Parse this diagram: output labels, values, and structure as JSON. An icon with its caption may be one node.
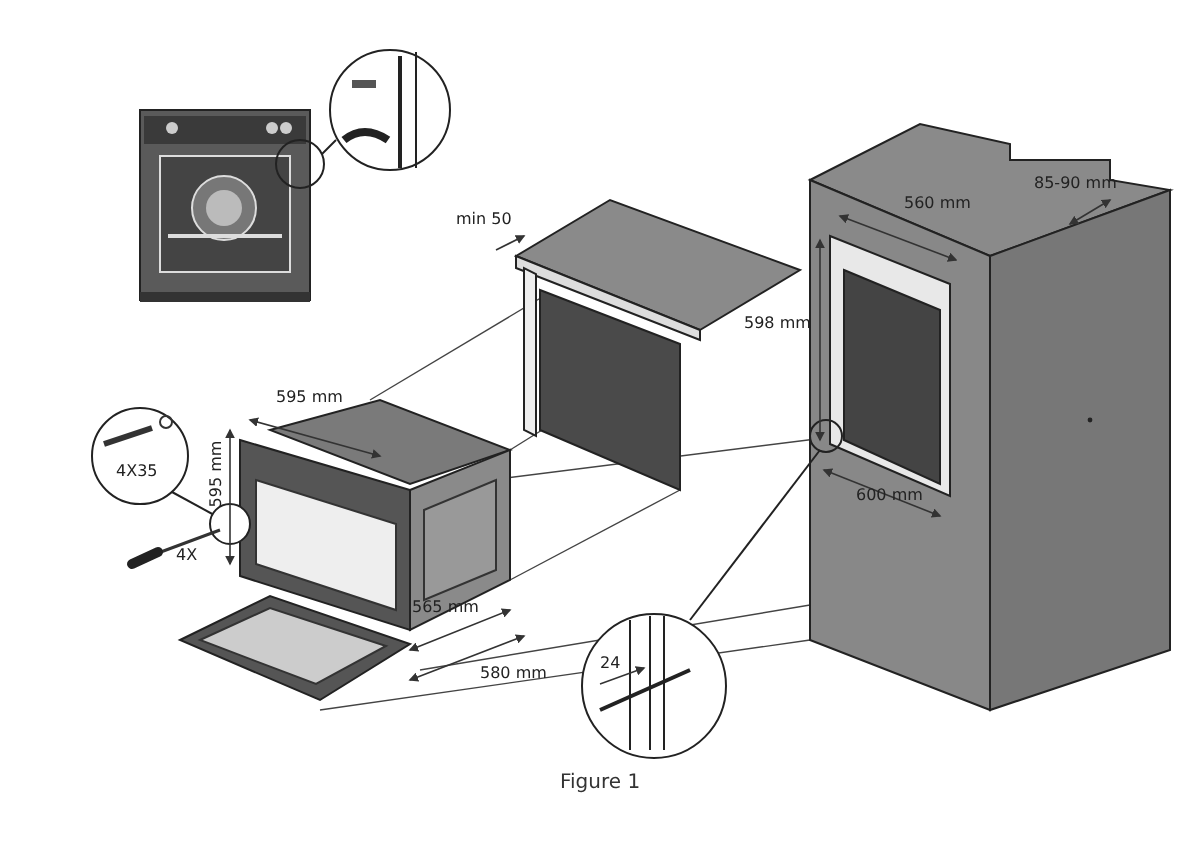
{
  "diagram": {
    "caption": "Figure 1",
    "labels": [
      "85-90 mm",
      "min 50",
      "560 mm",
      "598 mm",
      "4X35",
      "595 mm",
      "595 mm",
      "600 mm",
      "4X",
      "24",
      "565 mm",
      "580 mm"
    ]
  }
}
